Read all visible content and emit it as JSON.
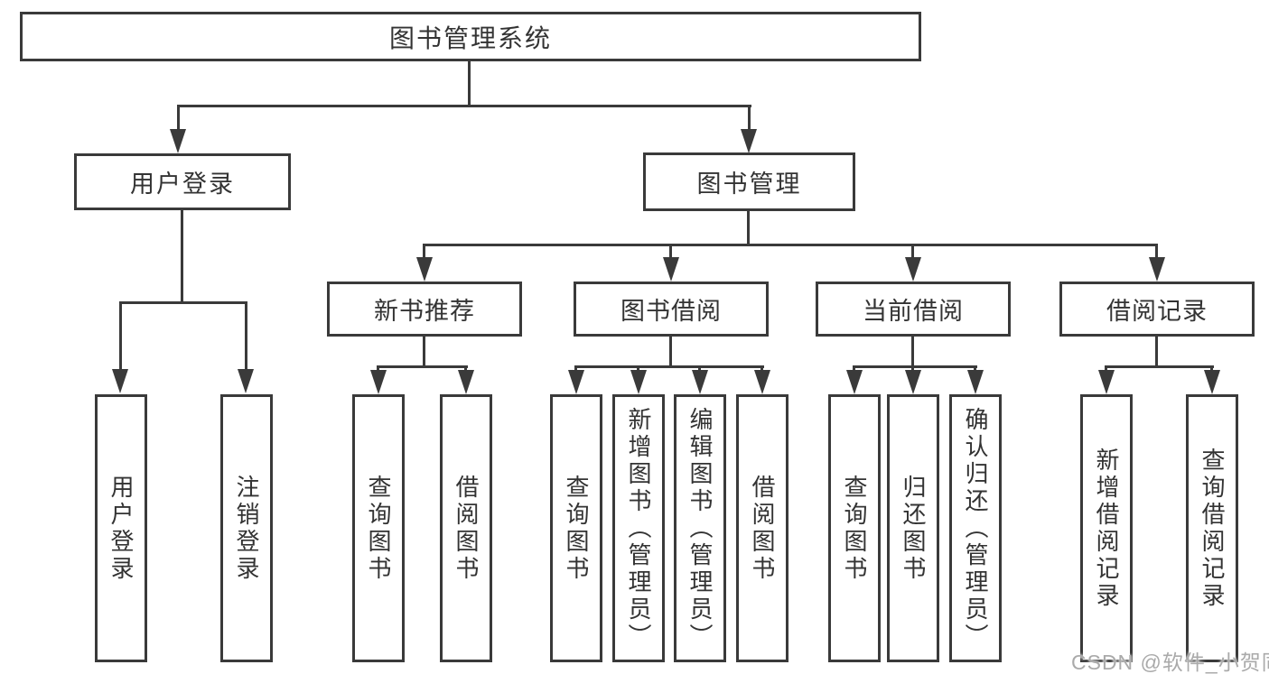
{
  "tree": {
    "root": {
      "label": "图书管理系统"
    },
    "user_login": {
      "label": "用户登录",
      "children": [
        {
          "label": "用户登录"
        },
        {
          "label": "注销登录"
        }
      ]
    },
    "book_mgmt": {
      "label": "图书管理",
      "children": [
        {
          "label": "新书推荐",
          "children": [
            {
              "label": "查询图书"
            },
            {
              "label": "借阅图书"
            }
          ]
        },
        {
          "label": "图书借阅",
          "children": [
            {
              "label": "查询图书"
            },
            {
              "label": "新增图书（管理员）"
            },
            {
              "label": "编辑图书（管理员）"
            },
            {
              "label": "借阅图书"
            }
          ]
        },
        {
          "label": "当前借阅",
          "children": [
            {
              "label": "查询图书"
            },
            {
              "label": "归还图书"
            },
            {
              "label": "确认归还（管理员）"
            }
          ]
        },
        {
          "label": "借阅记录",
          "children": [
            {
              "label": "新增借阅记录"
            },
            {
              "label": "查询借阅记录"
            }
          ]
        }
      ]
    }
  },
  "watermark": {
    "text": "CSDN @软件_小贺同学"
  },
  "colors": {
    "line": "#3a3a3a",
    "text": "#333333",
    "watermark": "#aaaaaa",
    "background": "#ffffff"
  }
}
